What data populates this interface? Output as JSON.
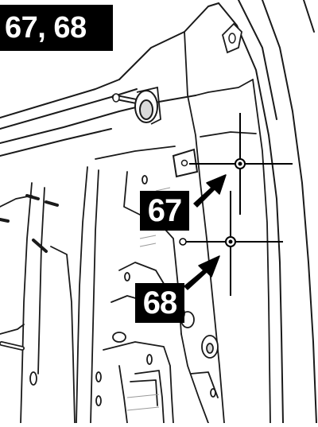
{
  "header": {
    "title": "67, 68"
  },
  "callouts": [
    {
      "id": "67",
      "label": "67"
    },
    {
      "id": "68",
      "label": "68"
    }
  ],
  "colors": {
    "ink": "#000000",
    "paper": "#ffffff",
    "line": "#1a1a1a",
    "shade": "#d9d9d9"
  },
  "icons": {
    "arrow": "arrow-icon",
    "fastener": "bolt-icon"
  }
}
